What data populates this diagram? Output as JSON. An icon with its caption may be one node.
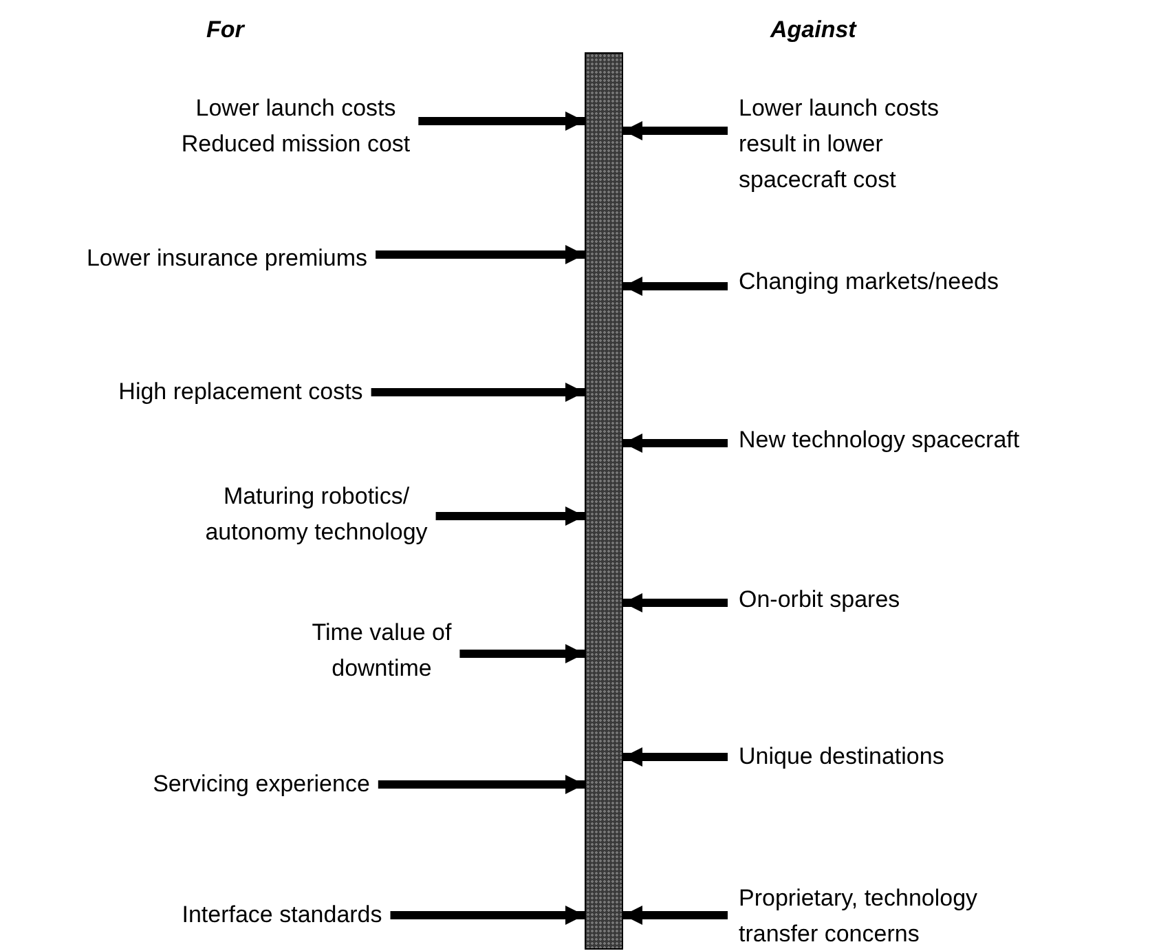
{
  "diagram": {
    "nodes": [
      {
        "text": [],
        "shape": "bar"
      },
      {
        "text": [
          "Lower launch costs",
          "Reduced mission cost"
        ]
      },
      {
        "text": [
          "Lower insurance premiums"
        ]
      },
      {
        "text": [
          "High replacement costs"
        ]
      },
      {
        "text": [
          "Maturing robotics/ autonomy technology"
        ]
      },
      {
        "text": [
          "Time value of downtime"
        ]
      },
      {
        "text": [
          "Servicing experience"
        ]
      },
      {
        "text": [
          "Interface standards"
        ]
      },
      {
        "text": [
          "Lower launch costs result in lower spacecraft cost"
        ]
      },
      {
        "text": [
          "Changing markets/needs"
        ]
      },
      {
        "text": [
          "New technology spacecraft"
        ]
      },
      {
        "text": [
          "On-orbit spares"
        ]
      },
      {
        "text": [
          "Unique destinations"
        ]
      },
      {
        "text": [
          "Proprietary, technology transfer concerns"
        ]
      }
    ],
    "edges": [
      {
        "from": 1,
        "to": 0,
        "arrow": "to"
      },
      {
        "from": 2,
        "to": 0,
        "arrow": "to"
      },
      {
        "from": 3,
        "to": 0,
        "arrow": "to"
      },
      {
        "from": 4,
        "to": 0,
        "arrow": "to"
      },
      {
        "from": 5,
        "to": 0,
        "arrow": "to"
      },
      {
        "from": 6,
        "to": 0,
        "arrow": "to"
      },
      {
        "from": 7,
        "to": 0,
        "arrow": "to"
      },
      {
        "from": 8,
        "to": 0,
        "arrow": "to"
      },
      {
        "from": 9,
        "to": 0,
        "arrow": "to"
      },
      {
        "from": 10,
        "to": 0,
        "arrow": "to"
      },
      {
        "from": 11,
        "to": 0,
        "arrow": "to"
      },
      {
        "from": 12,
        "to": 0,
        "arrow": "to"
      },
      {
        "from": 13,
        "to": 0,
        "arrow": "to"
      }
    ],
    "labels": [
      "For",
      "Against"
    ]
  }
}
